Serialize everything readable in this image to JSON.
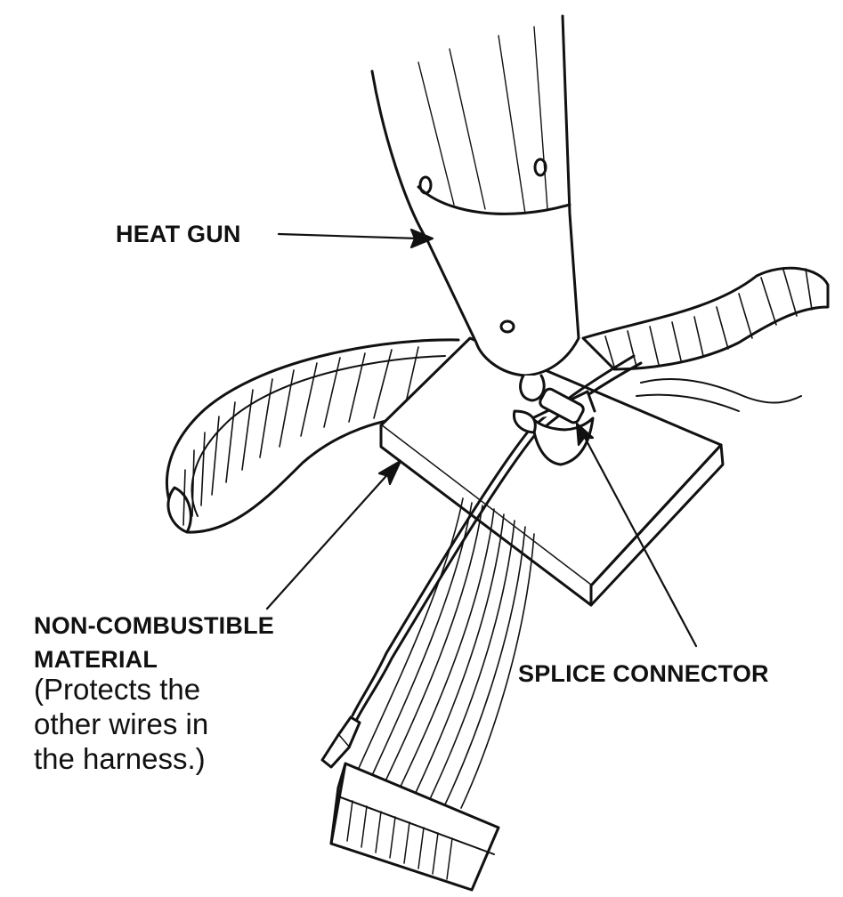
{
  "labels": {
    "heat_gun": "HEAT GUN",
    "non_combustible_line1": "NON-COMBUSTIBLE",
    "non_combustible_line2": "MATERIAL",
    "protects_line1": "(Protects the",
    "protects_line2": "other wires in",
    "protects_line3": "the harness.)",
    "splice_connector": "SPLICE CONNECTOR"
  },
  "colors": {
    "ink": "#111111",
    "paper": "#ffffff"
  }
}
